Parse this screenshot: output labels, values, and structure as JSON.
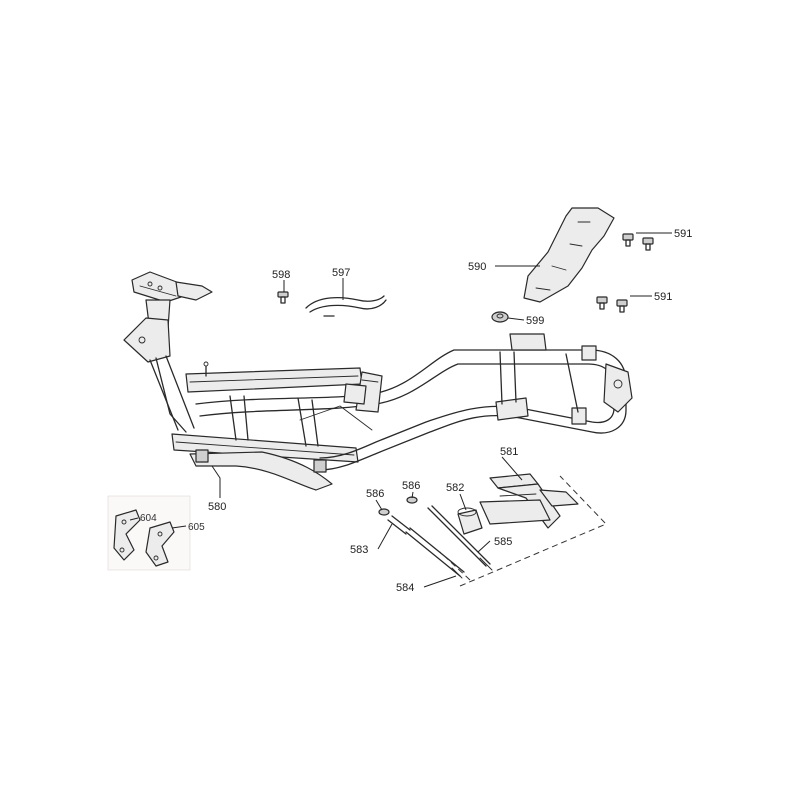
{
  "labels": {
    "p580": "580",
    "p581": "581",
    "p582": "582",
    "p583": "583",
    "p584": "584",
    "p585": "585",
    "p586a": "586",
    "p586b": "586",
    "p590": "590",
    "p591a": "591",
    "p591b": "591",
    "p597": "597",
    "p598": "598",
    "p599": "599",
    "p604": "604",
    "p605": "605"
  }
}
